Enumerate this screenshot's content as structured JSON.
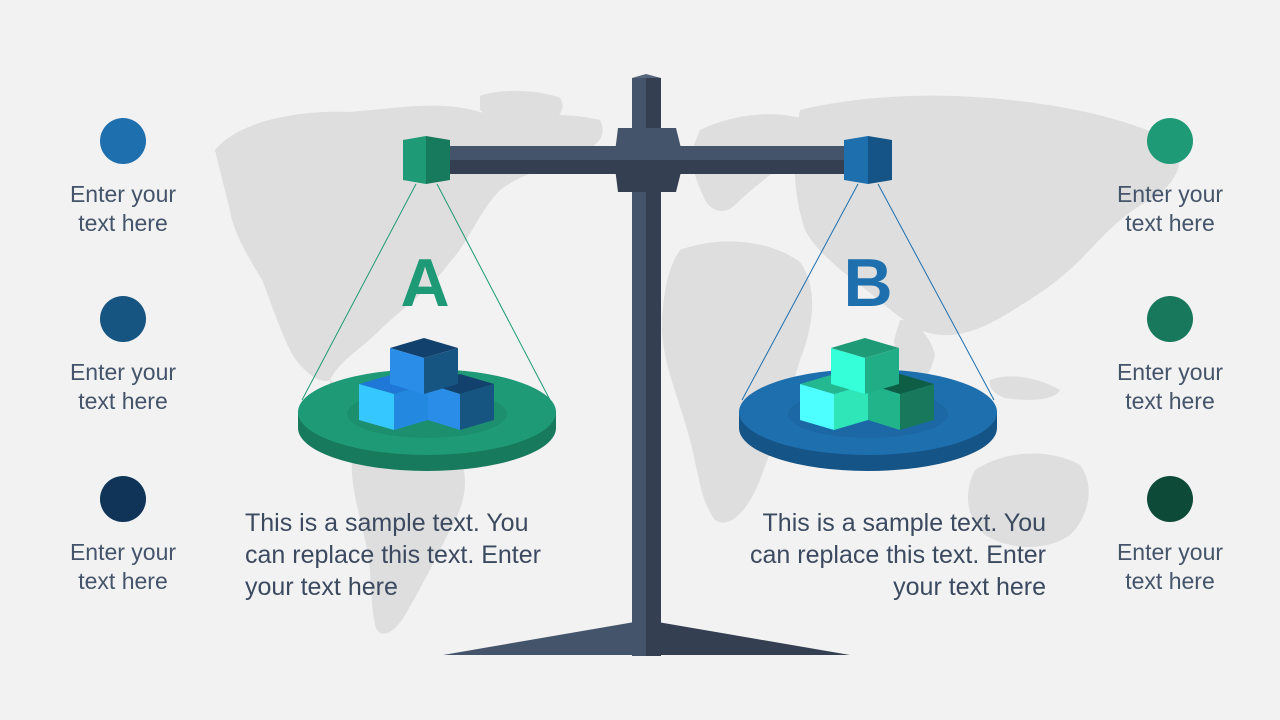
{
  "colors": {
    "background": "#f2f2f2",
    "map": "#dedede",
    "scale_dark": "#353f52",
    "scale_light": "#44546a",
    "pan_a_top": "#1f9a76",
    "pan_a_side": "#177a5c",
    "pan_b_top": "#1e6fae",
    "pan_b_side": "#145487",
    "label_a": "#1f9a76",
    "label_b": "#1e6fae"
  },
  "scale": {
    "pan_a_letter": "A",
    "pan_b_letter": "B"
  },
  "left_bullets": [
    {
      "text": "Enter your text here",
      "color": "#1e6fae"
    },
    {
      "text": "Enter your text here",
      "color": "#165582"
    },
    {
      "text": "Enter your text here",
      "color": "#0f3457"
    }
  ],
  "right_bullets": [
    {
      "text": "Enter your text here",
      "color": "#1f9a76"
    },
    {
      "text": "Enter your text here",
      "color": "#17785b"
    },
    {
      "text": "Enter your text here",
      "color": "#0d4a37"
    }
  ],
  "descriptions": {
    "a": "This is a sample text. You can replace this text. Enter your text here",
    "b": "This is a sample text. You can replace this text. Enter your text here"
  }
}
